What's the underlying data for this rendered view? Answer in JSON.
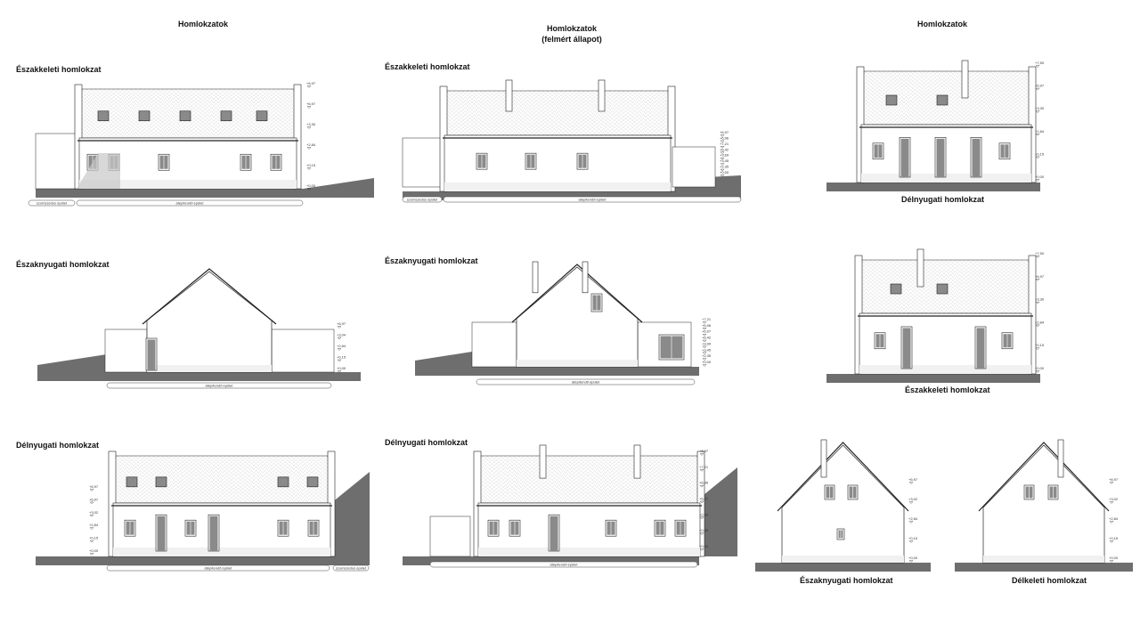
{
  "headings": [
    {
      "text": "Homlokzatok"
    },
    {
      "text": "Homlokzatok",
      "subtitle": "(felmért állapot)"
    },
    {
      "text": "Homlokzatok"
    }
  ],
  "panels": [
    {
      "title": "Északkeleti homlokzat",
      "levels": [
        "+6,97",
        "+6,97",
        "+3,30",
        "+2,84",
        "+0,15",
        "+0,00"
      ],
      "bars": [
        "szomszédos épület",
        "átépítendő épület"
      ]
    },
    {
      "title": "Északnyugati homlokzat",
      "levels": [
        "+6,97",
        "+3,04",
        "+2,84",
        "+0,15",
        "+0,00"
      ],
      "bars": [
        "átépítendő épület"
      ]
    },
    {
      "title": "Délnyugati homlokzat",
      "levels": [
        "+6,97",
        "+6,97",
        "+3,02",
        "+2,84",
        "+0,15",
        "+0,00"
      ],
      "bars": [
        "átépítendő épület",
        "szomszédos épület"
      ]
    },
    {
      "title": "Északkeleti homlokzat",
      "levels": [
        "+6,97",
        "+6,96",
        "+7,21",
        "+6,42",
        "+3,69",
        "+3,45",
        "+2,35",
        "+0,00"
      ],
      "bars": [
        "szomszédos épület",
        "átépítendő épület"
      ]
    },
    {
      "title": "Északnyugati homlokzat",
      "levels": [
        "+7,21",
        "+6,96",
        "+6,97",
        "+6,42",
        "+3,99",
        "+3,45",
        "+2,35",
        "+0,00"
      ],
      "bars": [
        "átépítendő épület"
      ]
    },
    {
      "title": "Délnyugati homlokzat",
      "levels": [
        "+6,97",
        "+7,21",
        "+6,96",
        "+6,97",
        "+2,35",
        "+0,85",
        "+0,00"
      ],
      "bars": [
        "átépítendő épület"
      ]
    },
    {
      "title": "Délnyugati homlokzat",
      "levels": [
        "+7,50",
        "+6,97",
        "+3,30",
        "+2,84",
        "+0,15",
        "+0,00"
      ],
      "bars": []
    },
    {
      "title": "Északkeleti homlokzat",
      "levels": [
        "+7,50",
        "+6,97",
        "+3,30",
        "+2,84",
        "+0,15",
        "+0,00"
      ],
      "bars": []
    },
    {
      "title": "Északnyugati homlokzat",
      "levels": [
        "+6,97",
        "+3,02",
        "+2,84",
        "+0,15",
        "+0,00"
      ],
      "bars": []
    },
    {
      "title": "Délkeleti homlokzat",
      "levels": [
        "+6,97",
        "+3,02",
        "+2,84",
        "+0,15",
        "+0,00"
      ],
      "bars": []
    }
  ],
  "colors": {
    "ground": "#6e6e6e",
    "window": "#8a8a8a",
    "roof_hatch": "#d8d8d8",
    "line": "#222222"
  }
}
